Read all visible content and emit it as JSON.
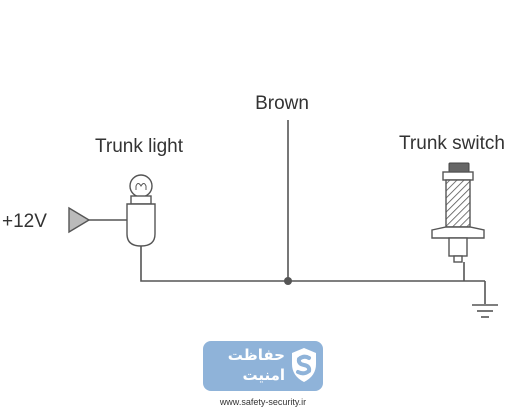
{
  "labels": {
    "brown": "Brown",
    "trunk_light": "Trunk light",
    "trunk_switch": "Trunk switch",
    "voltage": "+12V"
  },
  "watermark": {
    "line1": "حفاظت",
    "line2": "امنیت",
    "website": "www.safety-security.ir",
    "badge_color": "#8fb3d9"
  },
  "colors": {
    "wire": "#555555",
    "text": "#333333",
    "switch_cap": "#666666"
  },
  "icons": {
    "bulb": "light-bulb-icon",
    "switch": "push-switch-icon",
    "ground": "ground-icon",
    "input": "input-arrow-icon",
    "shield": "shield-icon"
  }
}
